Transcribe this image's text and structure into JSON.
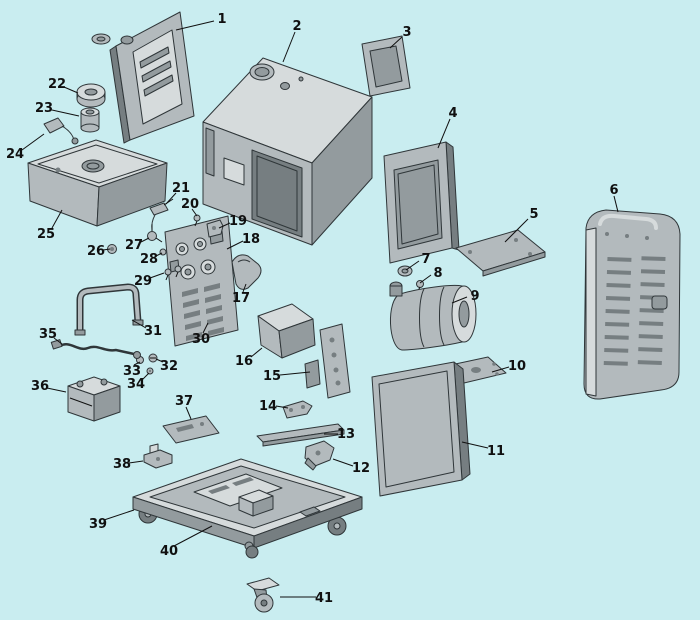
{
  "diagram": {
    "description": "exploded-parts-diagram",
    "callouts": [
      {
        "num": "1"
      },
      {
        "num": "2"
      },
      {
        "num": "3"
      },
      {
        "num": "4"
      },
      {
        "num": "5"
      },
      {
        "num": "6"
      },
      {
        "num": "7"
      },
      {
        "num": "8"
      },
      {
        "num": "9"
      },
      {
        "num": "10"
      },
      {
        "num": "11"
      },
      {
        "num": "12"
      },
      {
        "num": "13"
      },
      {
        "num": "14"
      },
      {
        "num": "15"
      },
      {
        "num": "16"
      },
      {
        "num": "17"
      },
      {
        "num": "18"
      },
      {
        "num": "19"
      },
      {
        "num": "20"
      },
      {
        "num": "21"
      },
      {
        "num": "22"
      },
      {
        "num": "23"
      },
      {
        "num": "24"
      },
      {
        "num": "25"
      },
      {
        "num": "26"
      },
      {
        "num": "27"
      },
      {
        "num": "28"
      },
      {
        "num": "29"
      },
      {
        "num": "30"
      },
      {
        "num": "31"
      },
      {
        "num": "32"
      },
      {
        "num": "33"
      },
      {
        "num": "34"
      },
      {
        "num": "35"
      },
      {
        "num": "36"
      },
      {
        "num": "37"
      },
      {
        "num": "38"
      },
      {
        "num": "39"
      },
      {
        "num": "40"
      },
      {
        "num": "41"
      }
    ]
  },
  "colors": {
    "bg": "#c9edf0",
    "line": "#2f3639",
    "ink": "#101010",
    "part-mid": "#b3babd",
    "part-light": "#d6dbdc",
    "part-dark": "#939b9e",
    "part-darker": "#767e81"
  }
}
